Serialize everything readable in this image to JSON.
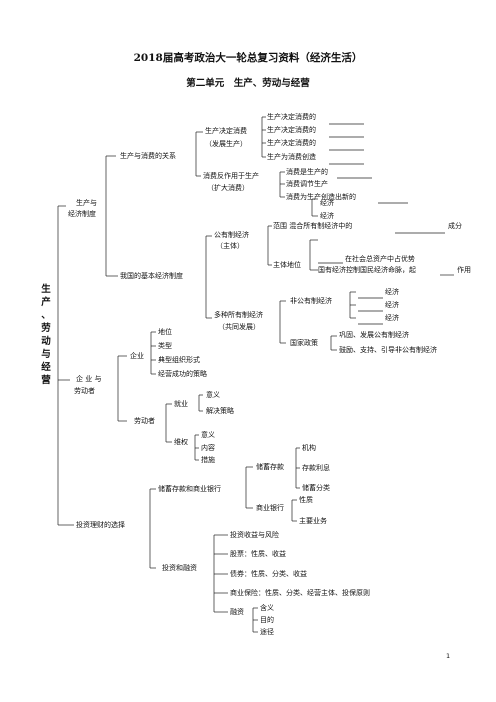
{
  "header": {
    "title": "2018届高考政治大一轮总复习资料（经济生活）",
    "subtitle": "第二单元　生产、劳动与经营"
  },
  "root": [
    "生",
    "产",
    "、",
    "劳",
    "动",
    "与",
    "经",
    "营"
  ],
  "b1": {
    "label_line1": "生产与",
    "label_line2": "经济制度",
    "sub1": {
      "label": "生产与消费的关系",
      "decide": {
        "label_line1": "生产决定消费",
        "label_line2": "（发展生产）",
        "items": [
          "生产决定消费的",
          "生产决定消费的",
          "生产决定消费的",
          "生产为消费创造"
        ]
      },
      "react": {
        "label_line1": "消费反作用于生产",
        "label_line2": "（扩大消费）",
        "items": [
          "消费是生产的",
          "消费调节生产",
          "消费为生产创造出新的"
        ],
        "sub_items": [
          "经济",
          "经济"
        ]
      }
    },
    "sub2": {
      "label": "我国的基本经济制度",
      "public": {
        "label_line1": "公有制经济",
        "label_line2": "（主体）",
        "scope": "范围  混合所有制经济中的",
        "scope_suffix": "成分",
        "status_label": "主体地位",
        "status_items": [
          "在社会总资产中占优势",
          "国有经济控制国民经济命脉，起",
          "作用"
        ]
      },
      "multi": {
        "label_line1": "多种所有制经济",
        "label_line2": "（共同发展）",
        "nonpublic": "非公有制经济",
        "nonpublic_items": [
          "经济",
          "经济",
          "经济"
        ],
        "policy": "国家政策",
        "policy_items": [
          "巩固、发展公有制经济",
          "鼓励、支持、引导非公有制经济"
        ]
      }
    }
  },
  "b2": {
    "label_line1": "企 业 与",
    "label_line2": "劳动者",
    "enterprise": {
      "label": "企业",
      "items": [
        "地位",
        "类型",
        "典型组织形式",
        "经营成功的策略"
      ]
    },
    "worker": {
      "label": "劳动者",
      "job": {
        "label": "就业",
        "items": [
          "意义",
          "解决策略"
        ]
      },
      "rights": {
        "label": "维权",
        "items": [
          "意义",
          "内容",
          "措施"
        ]
      }
    }
  },
  "b3": {
    "label": "投资理财的选择",
    "savings": {
      "label": "储蓄存款和商业银行",
      "deposit": {
        "label": "储蓄存款",
        "items": [
          "机构",
          "存款利息",
          "储蓄分类"
        ]
      },
      "bank": {
        "label": "商业银行",
        "items": [
          "性质",
          "主要业务"
        ]
      }
    },
    "invest": {
      "label": "投资和融资",
      "items": [
        "投资收益与风险",
        "股票：性质、收益",
        "债券：性质、分类、收益",
        "商业保险：性质、分类、经营主体、投保原则"
      ],
      "finance": {
        "label": "融资",
        "items": [
          "含义",
          "目的",
          "途径"
        ]
      }
    }
  },
  "footer": {
    "page_number": "1"
  }
}
